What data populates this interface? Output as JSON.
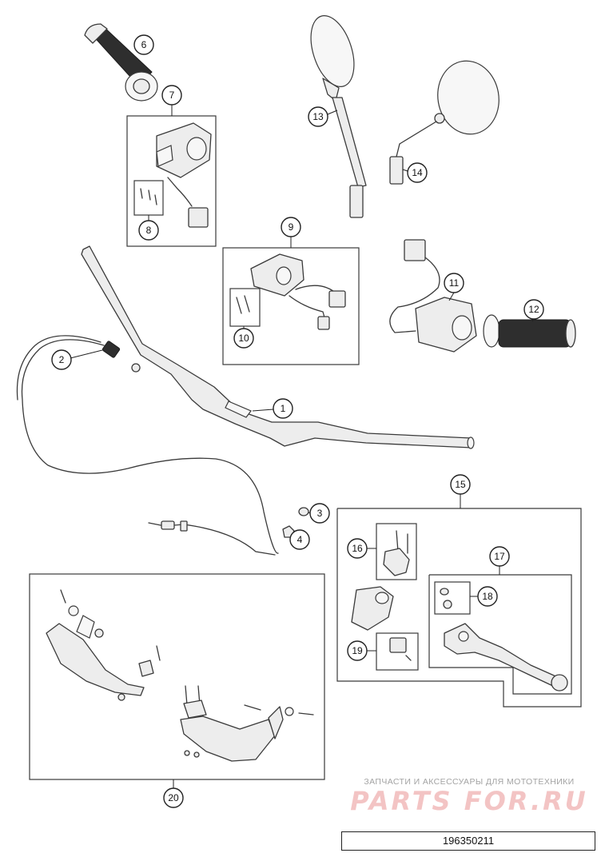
{
  "diagram": {
    "type": "exploded-parts-diagram",
    "callouts": [
      "1",
      "2",
      "3",
      "4",
      "6",
      "7",
      "8",
      "9",
      "10",
      "11",
      "12",
      "13",
      "14",
      "15",
      "16",
      "17",
      "18",
      "19",
      "20"
    ]
  },
  "watermark": {
    "line1": "ЗАПЧАСТИ И АКСЕССУАРЫ ДЛЯ МОТОТЕХНИКИ",
    "logo": "PARTS FOR.RU"
  },
  "drawing_number": "196350211",
  "colors": {
    "stroke": "#3a3a3a",
    "part_fill": "#ededed",
    "grip_fill": "#2e2e2e",
    "watermark_logo": "#f3c4c4",
    "watermark_text": "#a3a3a3"
  }
}
